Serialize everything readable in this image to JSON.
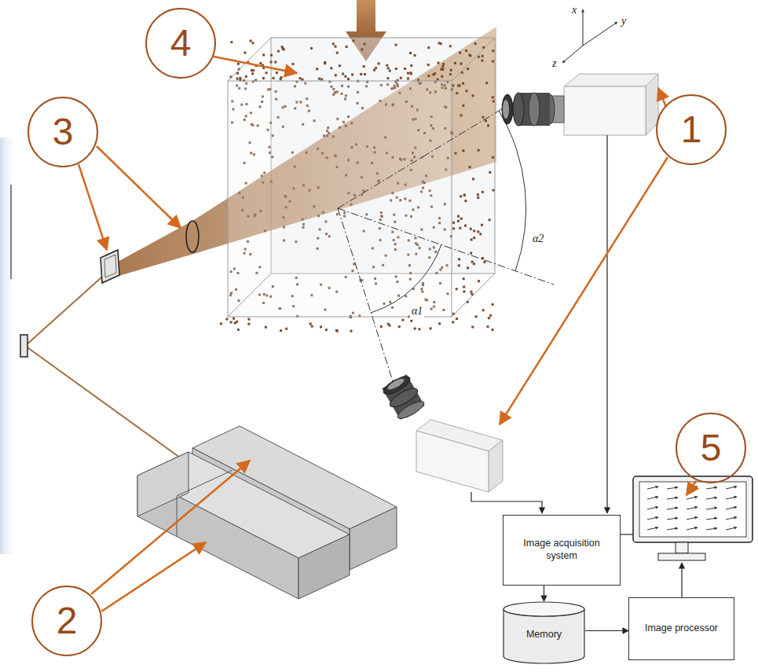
{
  "diagram": {
    "nodes": [
      {
        "text": [
          "4"
        ]
      },
      {
        "text": [
          "1"
        ]
      },
      {
        "text": [
          "3"
        ]
      },
      {
        "text": [
          "5"
        ]
      },
      {
        "text": [
          "Image acquisition system"
        ]
      },
      {
        "text": [
          "Memory"
        ]
      },
      {
        "text": [
          "Image processor"
        ]
      },
      {
        "text": [
          "2"
        ]
      }
    ],
    "edges": [
      {
        "from": 4,
        "to": 5,
        "arrow": "to"
      },
      {
        "from": 5,
        "to": 6,
        "arrow": "to"
      }
    ],
    "labels": [
      "x",
      "y",
      "z",
      "α2",
      "α1"
    ]
  }
}
